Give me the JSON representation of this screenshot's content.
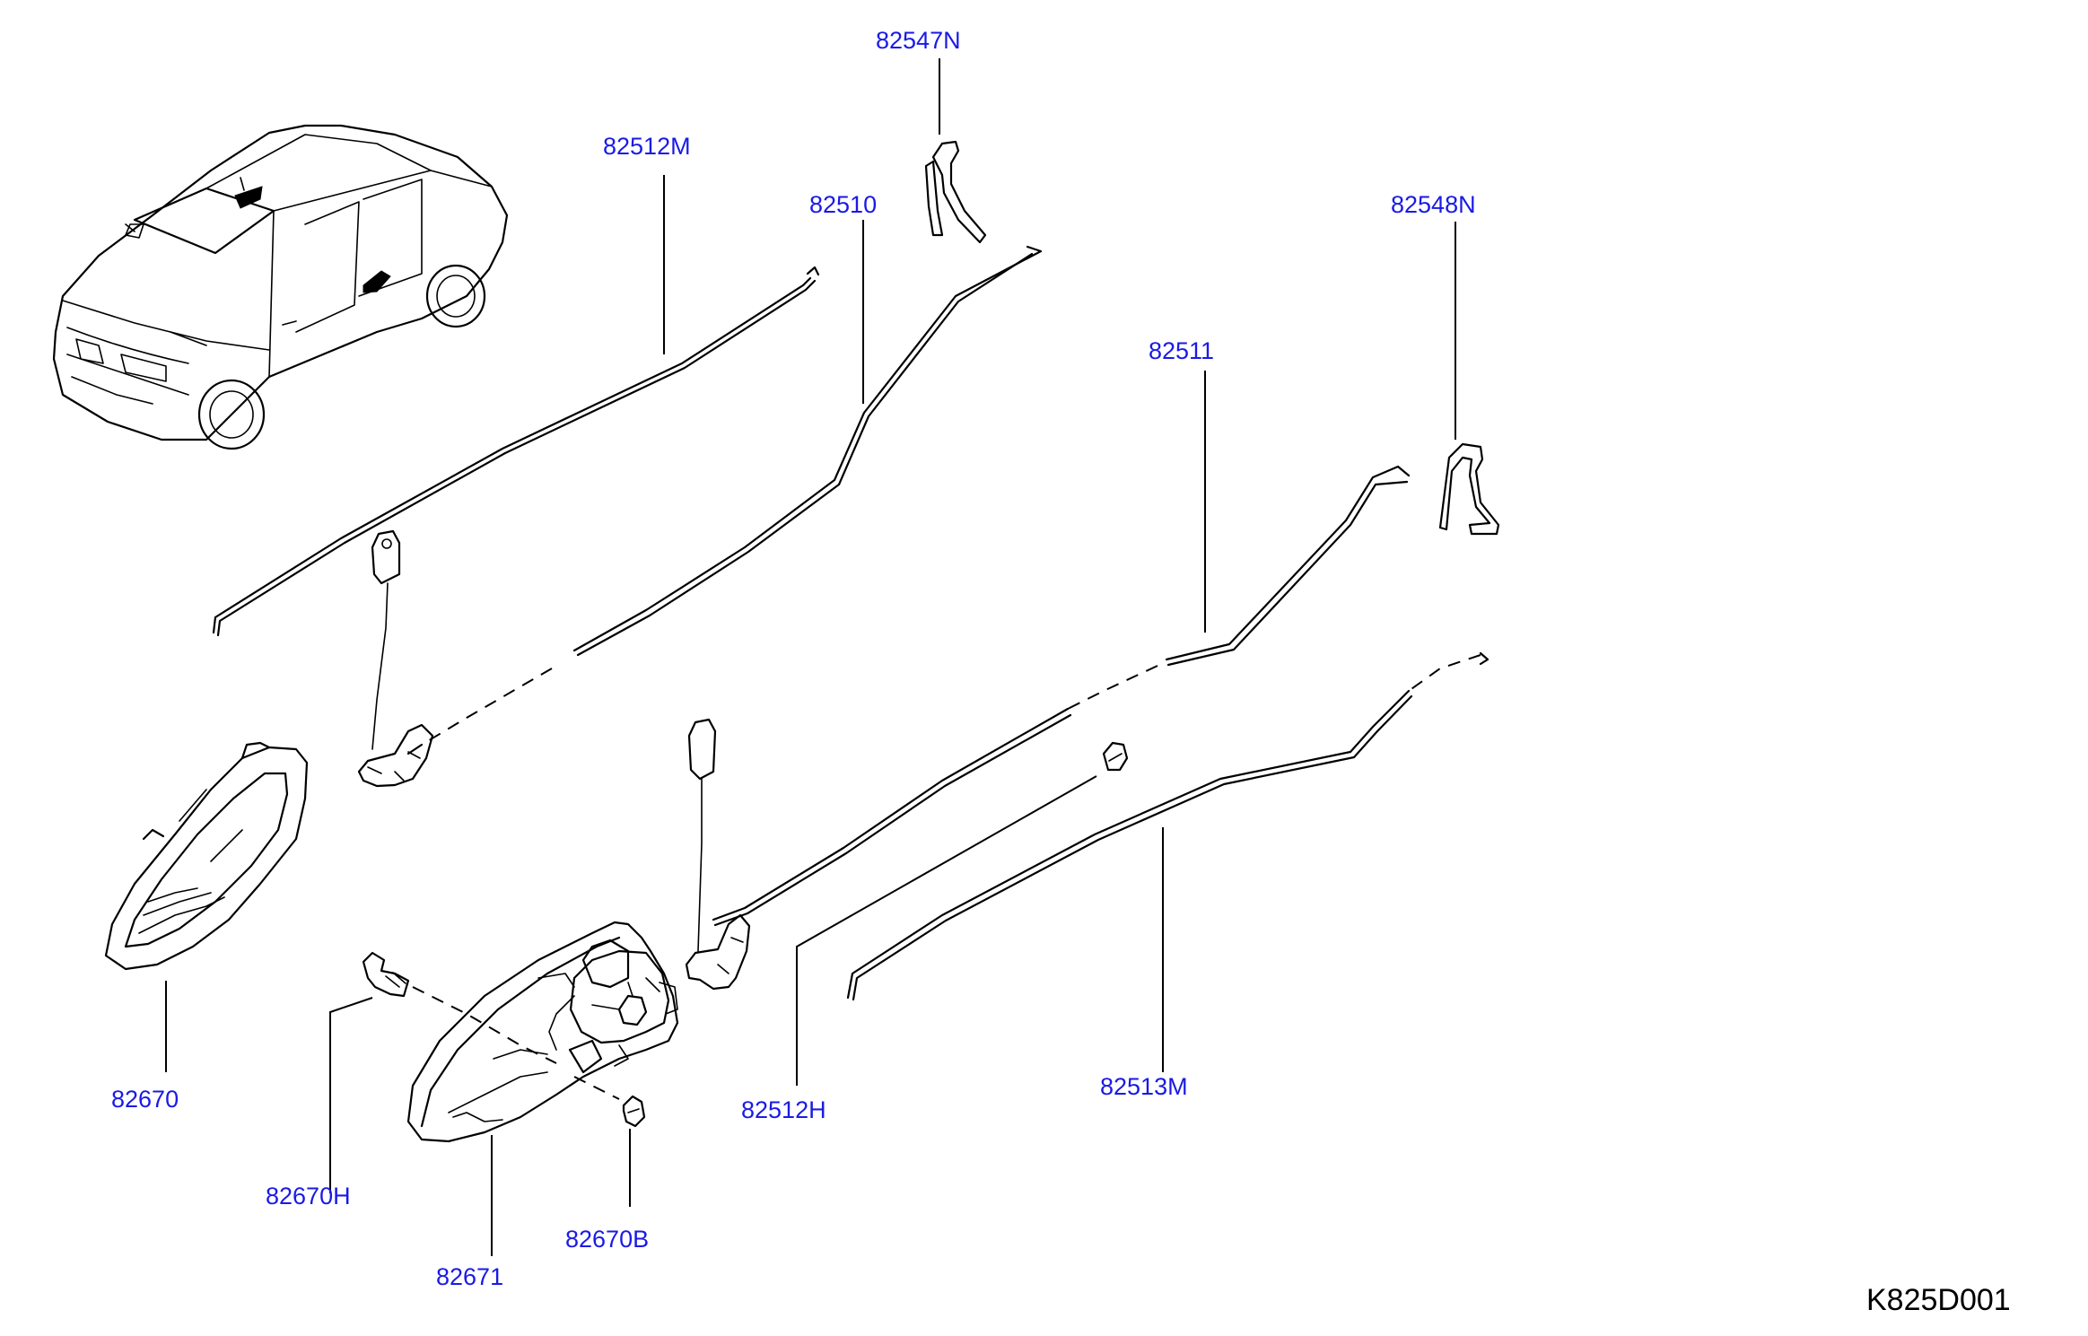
{
  "colors": {
    "label": "#1a1ae6",
    "ink": "#000000",
    "background": "#ffffff"
  },
  "diagram_code": "K825D001",
  "parts": [
    {
      "id": "82547N",
      "label": "82547N"
    },
    {
      "id": "82512M",
      "label": "82512M"
    },
    {
      "id": "82510",
      "label": "82510"
    },
    {
      "id": "82548N",
      "label": "82548N"
    },
    {
      "id": "82511",
      "label": "82511"
    },
    {
      "id": "82670",
      "label": "82670"
    },
    {
      "id": "82670H",
      "label": "82670H"
    },
    {
      "id": "82671",
      "label": "82671"
    },
    {
      "id": "82670B",
      "label": "82670B"
    },
    {
      "id": "82512H",
      "label": "82512H"
    },
    {
      "id": "82513M",
      "label": "82513M"
    }
  ]
}
